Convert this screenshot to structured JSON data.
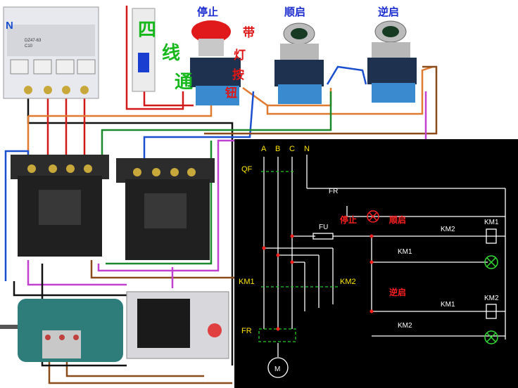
{
  "photo_labels": {
    "stop": "停止",
    "forward_start": "顺启",
    "reverse_start": "逆启",
    "breaker_n": "N",
    "breaker_model": "DZ47-63",
    "breaker_rating": "C10"
  },
  "annotations": {
    "green_chars": [
      "四",
      "线",
      "通"
    ],
    "red_chars": [
      "带",
      "灯",
      "按",
      "钮"
    ]
  },
  "schematic": {
    "phase_a": "A",
    "phase_b": "B",
    "phase_c": "C",
    "neutral": "N",
    "breaker": "QF",
    "thermal_relay_contact": "FR",
    "fuse": "FU",
    "stop_button": "停止",
    "forward_button": "顺启",
    "reverse_button": "逆启",
    "km1_left": "KM1",
    "km2_right": "KM2",
    "km2_interlock_top": "KM2",
    "km1_hold": "KM1",
    "km1_coil": "KM1",
    "km1_interlock_bottom": "KM1",
    "km2_hold": "KM2",
    "km2_coil": "KM2",
    "thermal_relay_main": "FR",
    "motor": "M"
  },
  "colors": {
    "schematic_bg": "#000000",
    "wire": "#ffffff",
    "junction": "#ff2020",
    "label_yellow": "#ffe500",
    "dashed_green": "#22cc22",
    "lamp_green": "#33dd33"
  }
}
